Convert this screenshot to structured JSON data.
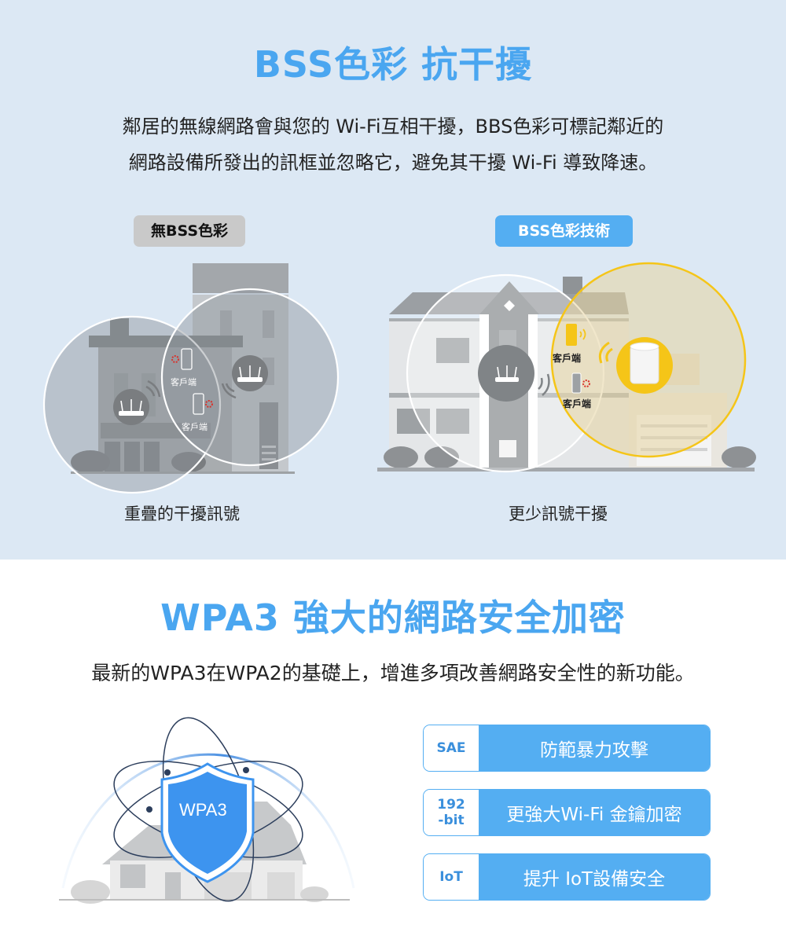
{
  "bss_section": {
    "title": "BSS色彩 抗干擾",
    "description_line1": "鄰居的無線網路會與您的 Wi-Fi互相干擾，BBS色彩可標記鄰近的",
    "description_line2": "網路設備所發出的訊框並忽略它，避免其干擾 Wi-Fi 導致降速。",
    "left_panel": {
      "badge": "無BSS色彩",
      "client_label_1": "客戶端",
      "client_label_2": "客戶端",
      "caption": "重疊的干擾訊號"
    },
    "right_panel": {
      "badge": "BSS色彩技術",
      "client_label_1": "客戶端",
      "client_label_2": "客戶端",
      "caption": "更少訊號干擾"
    }
  },
  "wpa3_section": {
    "title": "WPA3 強大的網路安全加密",
    "description": "最新的WPA3在WPA2的基礎上，增進多項改善網路安全性的新功能。",
    "shield_label": "WPA3",
    "features": [
      {
        "tag": "SAE",
        "tag_line2": "",
        "label": "防範暴力攻擊"
      },
      {
        "tag": "192",
        "tag_line2": "-bit",
        "label": "更強大Wi-Fi 金鑰加密"
      },
      {
        "tag": "IoT",
        "tag_line2": "",
        "label": "提升 IoT設備安全"
      }
    ]
  },
  "colors": {
    "accent_blue": "#4aa6f0",
    "feature_blue": "#54aef2",
    "top_background": "#dce8f4",
    "bss_yellow": "#f5c518",
    "interference_red": "#d9312b"
  }
}
